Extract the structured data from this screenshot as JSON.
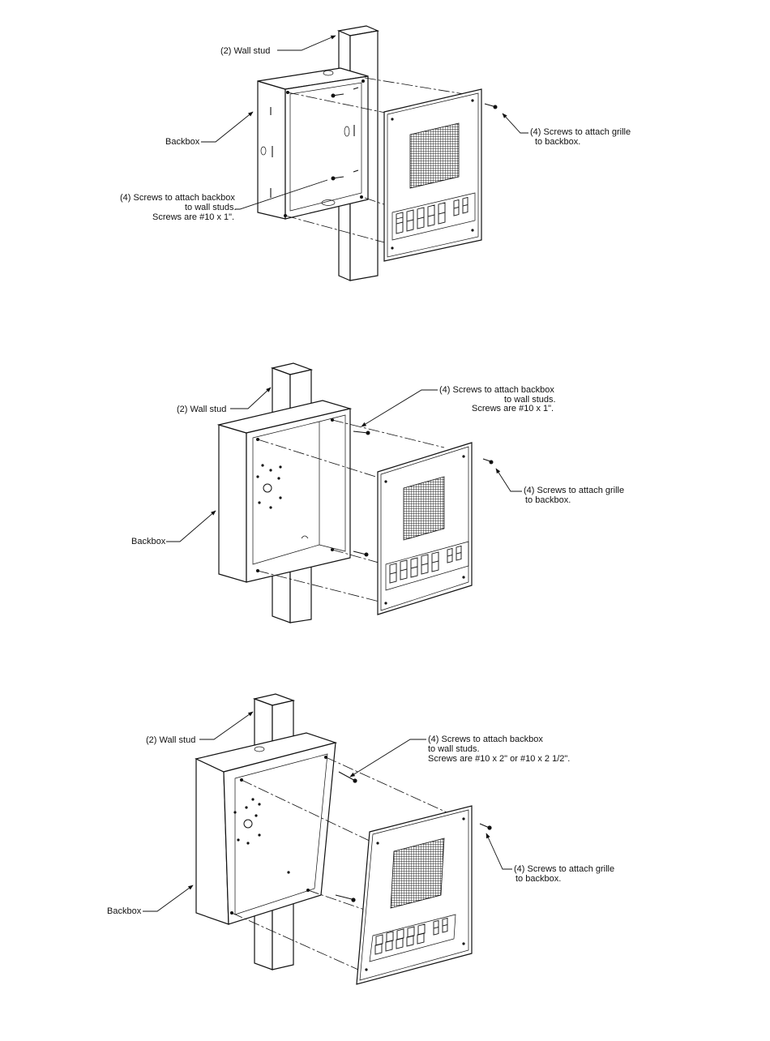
{
  "diagrams": [
    {
      "wall_stud": "(2) Wall stud",
      "backbox": "Backbox",
      "screws_backbox": [
        "(4) Screws to attach backbox",
        "to wall studs.",
        "Screws are #10 x 1\"."
      ],
      "screws_grille": [
        "(4) Screws to attach grille",
        "to backbox."
      ]
    },
    {
      "wall_stud": "(2) Wall stud",
      "backbox": "Backbox",
      "screws_backbox": [
        "(4) Screws to attach backbox",
        "to wall studs.",
        "Screws are #10 x 1\"."
      ],
      "screws_grille": [
        "(4) Screws to attach grille",
        "to backbox."
      ]
    },
    {
      "wall_stud": "(2) Wall stud",
      "backbox": "Backbox",
      "screws_backbox": [
        "(4) Screws to attach backbox",
        "to wall studs.",
        "Screws are #10 x 2\" or #10 x 2 1/2\"."
      ],
      "screws_grille": [
        "(4) Screws to attach grille",
        "to backbox."
      ]
    }
  ]
}
